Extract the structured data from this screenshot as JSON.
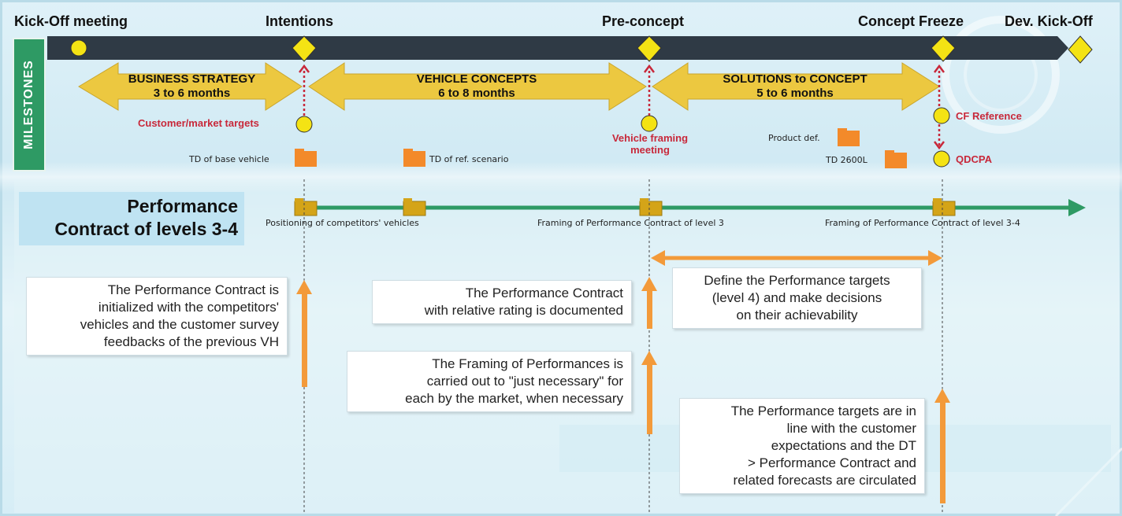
{
  "milestones": {
    "section_label": "MILESTONES",
    "kickoff": "Kick-Off meeting",
    "intentions": "Intentions",
    "preconcept": "Pre-concept",
    "concept_freeze": "Concept Freeze",
    "dev_kickoff": "Dev. Kick-Off"
  },
  "phases": [
    {
      "title": "BUSINESS STRATEGY",
      "duration": "3 to 6 months"
    },
    {
      "title": "VEHICLE CONCEPTS",
      "duration": "6 to 8 months"
    },
    {
      "title": "SOLUTIONS to CONCEPT",
      "duration": "5 to 6 months"
    }
  ],
  "events": {
    "customer_targets": "Customer/market targets",
    "vehicle_framing_1": "Vehicle framing",
    "vehicle_framing_2": "meeting",
    "cf_reference": "CF Reference",
    "qdcpa": "QDCPA"
  },
  "documents": {
    "td_base_vehicle": "TD of base vehicle",
    "td_ref_scenario": "TD of ref. scenario",
    "product_def": "Product def.",
    "td_2600l": "TD 2600L"
  },
  "performance": {
    "title_line1": "Performance",
    "title_line2": "Contract of levels 3-4",
    "labels": {
      "positioning": "Positioning of competitors' vehicles",
      "framing_l3": "Framing of Performance Contract of level 3",
      "framing_l34": "Framing of Performance Contract of level 3-4"
    }
  },
  "notes": {
    "n1": [
      "The Performance Contract is",
      "initialized with the competitors'",
      "vehicles and the customer survey",
      "feedbacks of the previous VH"
    ],
    "n2": [
      "The Performance Contract",
      "with relative rating is documented"
    ],
    "n3": [
      "The Framing of Performances is",
      "carried out to \"just necessary\" for",
      "each by the market, when necessary"
    ],
    "n4": [
      "Define the Performance targets",
      "(level 4) and make decisions",
      "on their achievability"
    ],
    "n5": [
      "The Performance targets are in",
      "line with the customer",
      "expectations and the DT",
      "> Performance Contract and",
      "related forecasts are circulated"
    ]
  },
  "colors": {
    "timeline_bar": "#2f3a45",
    "milestone_yellow": "#f4e314",
    "phase_arrow": "#ecc840",
    "green": "#2e9a64",
    "orange": "#f39a3a",
    "red_text": "#c8283a",
    "title_box": "#bfe3f2"
  }
}
